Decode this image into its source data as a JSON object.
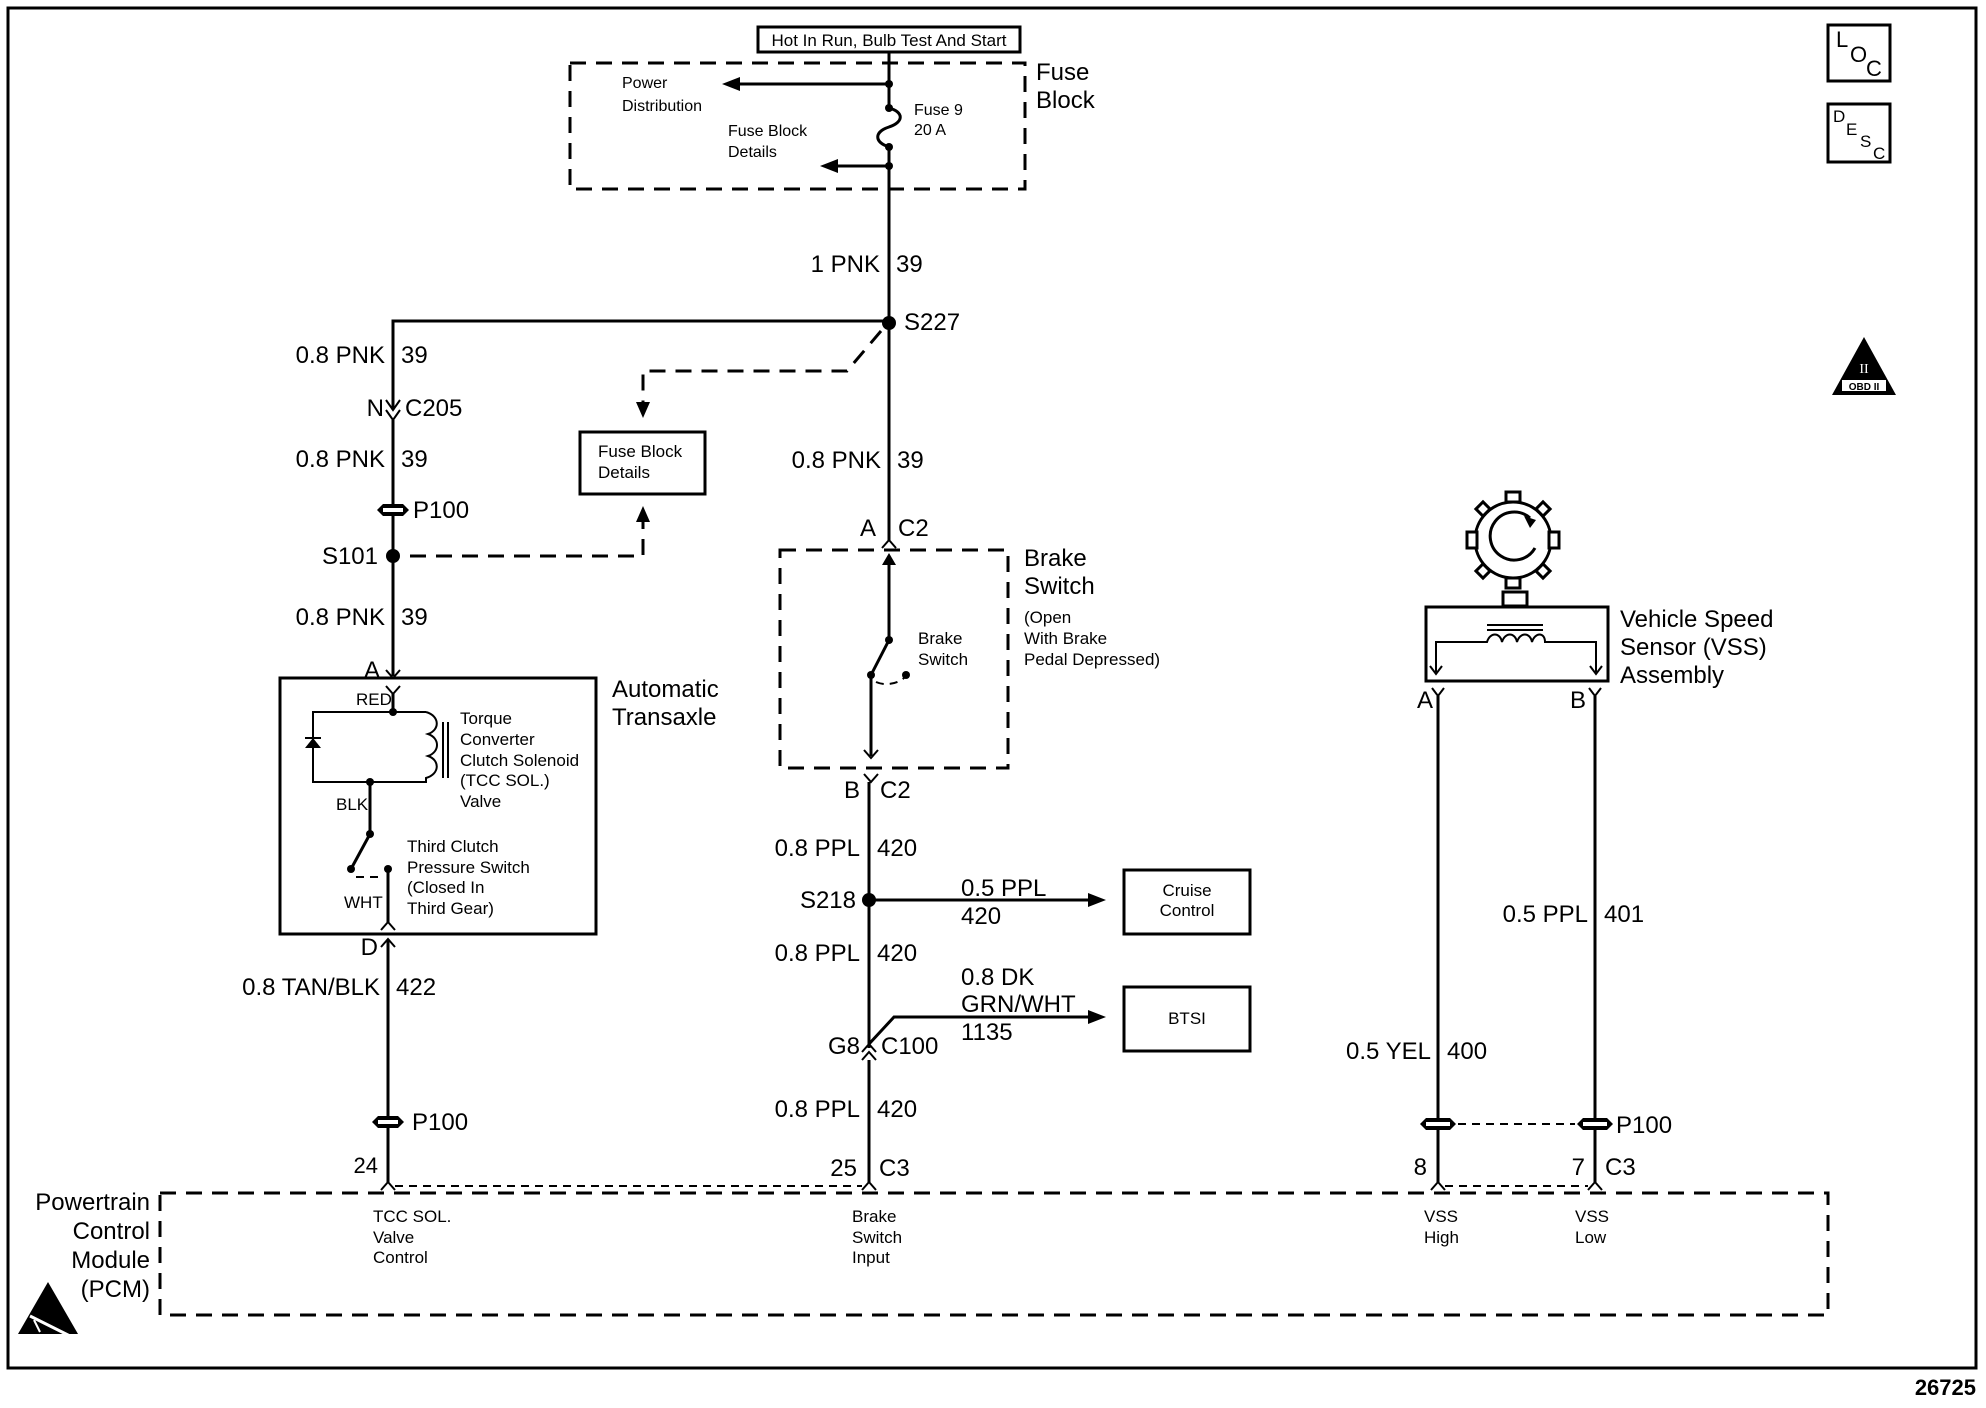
{
  "header": {
    "circuit_label": "Hot In Run, Bulb Test And Start"
  },
  "icons": {
    "loc": [
      "L",
      "O",
      "C"
    ],
    "desc": [
      "D",
      "E",
      "S",
      "C"
    ],
    "obd": "OBD II",
    "obd_roman": "II"
  },
  "fuse_block": {
    "title": [
      "Fuse",
      "Block"
    ],
    "power_distribution": [
      "Power",
      "Distribution"
    ],
    "fuse_block_details": [
      "Fuse Block",
      "Details"
    ],
    "fuse": [
      "Fuse 9",
      "20 A"
    ]
  },
  "wires": {
    "main_top": {
      "gauge_color": "1 PNK",
      "circuit": "39"
    },
    "splice_s227": "S227",
    "left_1": {
      "gauge_color": "0.8 PNK",
      "circuit": "39"
    },
    "c205": {
      "pin": "N",
      "connector": "C205"
    },
    "left_2": {
      "gauge_color": "0.8 PNK",
      "circuit": "39"
    },
    "p100_left": "P100",
    "splice_s101": "S101",
    "left_3": {
      "gauge_color": "0.8 PNK",
      "circuit": "39"
    },
    "center_1": {
      "gauge_color": "0.8 PNK",
      "circuit": "39"
    },
    "left_4": {
      "gauge_color": "0.8 TAN/BLK",
      "circuit": "422"
    },
    "p100_left_bottom": "P100",
    "pin_24": "24",
    "center_2": {
      "gauge_color": "0.8 PPL",
      "circuit": "420"
    },
    "splice_s218": "S218",
    "cruise_branch": {
      "gauge_color": "0.5 PPL",
      "circuit": "420"
    },
    "center_3": {
      "gauge_color": "0.8 PPL",
      "circuit": "420"
    },
    "btsi_branch": {
      "gauge_color": [
        "0.8 DK",
        "GRN/WHT"
      ],
      "circuit": "1135"
    },
    "c100": {
      "pin": "G8",
      "connector": "C100"
    },
    "center_4": {
      "gauge_color": "0.8 PPL",
      "circuit": "420"
    },
    "c3_center": {
      "pin": "25",
      "connector": "C3"
    },
    "vss_b": {
      "gauge_color": "0.5 PPL",
      "circuit": "401"
    },
    "vss_a": {
      "gauge_color": "0.5 YEL",
      "circuit": "400"
    },
    "p100_right": "P100",
    "c3_right": {
      "pin_a": "8",
      "pin_b": "7",
      "connector": "C3"
    }
  },
  "fuse_block_details_box": [
    "Fuse Block",
    "Details"
  ],
  "transaxle": {
    "title": [
      "Automatic",
      "Transaxle"
    ],
    "pin_top": "A",
    "pin_bottom": "D",
    "red": "RED",
    "blk": "BLK",
    "wht": "WHT",
    "solenoid": [
      "Torque",
      "Converter",
      "Clutch Solenoid",
      "(TCC SOL.)",
      "Valve"
    ],
    "pressure_switch": [
      "Third Clutch",
      "Pressure Switch",
      "(Closed In",
      "Third Gear)"
    ]
  },
  "brake_switch": {
    "connector_top": {
      "pin": "A",
      "connector": "C2"
    },
    "connector_bottom": {
      "pin": "B",
      "connector": "C2"
    },
    "title": [
      "Brake",
      "Switch"
    ],
    "note": [
      "(Open",
      "With Brake",
      "Pedal Depressed)"
    ],
    "inner_label": [
      "Brake",
      "Switch"
    ]
  },
  "cruise_control": [
    "Cruise",
    "Control"
  ],
  "btsi": "BTSI",
  "vss": {
    "title": [
      "Vehicle Speed",
      "Sensor (VSS)",
      "Assembly"
    ],
    "pin_a": "A",
    "pin_b": "B"
  },
  "pcm": {
    "title": [
      "Powertrain",
      "Control",
      "Module",
      "(PCM)"
    ],
    "tcc": [
      "TCC SOL.",
      "Valve",
      "Control"
    ],
    "brake": [
      "Brake",
      "Switch",
      "Input"
    ],
    "vss_high": [
      "VSS",
      "High"
    ],
    "vss_low": [
      "VSS",
      "Low"
    ]
  },
  "figure_number": "26725"
}
